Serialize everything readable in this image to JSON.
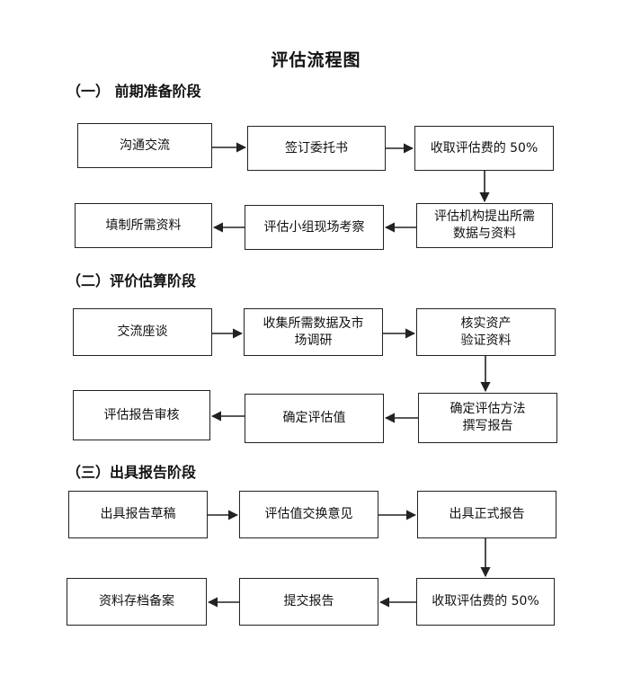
{
  "title": "评估流程图",
  "stages": [
    {
      "heading": "（一） 前期准备阶段",
      "boxes": [
        "沟通交流",
        "签订委托书",
        "收取评估费的 50%",
        "评估机构提出所需\n数据与资料",
        "评估小组现场考察",
        "填制所需资料"
      ]
    },
    {
      "heading": "（二）评价估算阶段",
      "boxes": [
        "交流座谈",
        "收集所需数据及市\n场调研",
        "核实资产\n验证资料",
        "确定评估方法\n撰写报告",
        "确定评估值",
        "评估报告审核"
      ]
    },
    {
      "heading": "（三）出具报告阶段",
      "boxes": [
        "出具报告草稿",
        "评估值交换意见",
        "出具正式报告",
        "收取评估费的 50%",
        "提交报告",
        "资料存档备案"
      ]
    }
  ]
}
